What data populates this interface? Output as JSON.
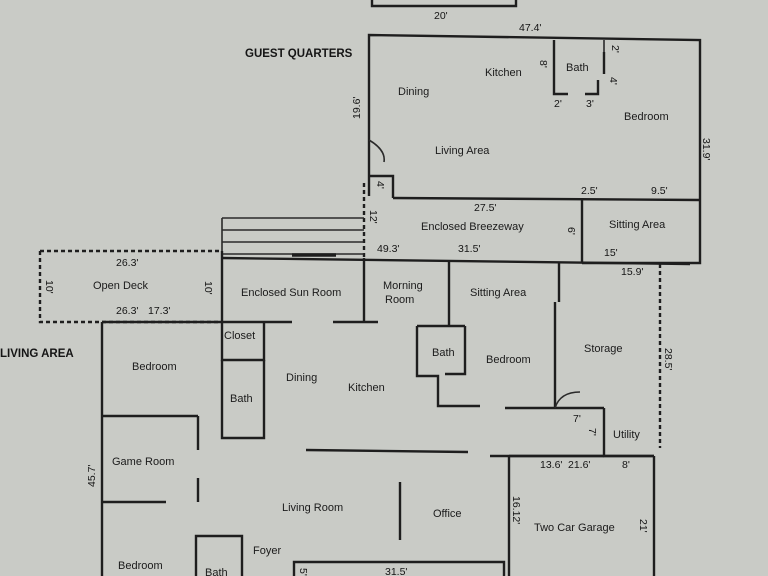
{
  "labels": {
    "guest_quarters": "GUEST QUARTERS",
    "living_area_main": "LIVING AREA",
    "kitchen_guest": "Kitchen",
    "bath_guest": "Bath",
    "dining_guest": "Dining",
    "bedroom_guest": "Bedroom",
    "living_area_guest": "Living Area",
    "enclosed_breezeway": "Enclosed Breezeway",
    "sitting_area_guest": "Sitting Area",
    "open_deck": "Open Deck",
    "enclosed_sun_room": "Enclosed Sun Room",
    "morning_room_1": "Morning",
    "morning_room_2": "Room",
    "sitting_area_main": "Sitting Area",
    "closet": "Closet",
    "bath_main": "Bath",
    "bedroom_main_right": "Bedroom",
    "storage": "Storage",
    "bedroom_left": "Bedroom",
    "bath_left": "Bath",
    "dining_main": "Dining",
    "kitchen_main": "Kitchen",
    "utility": "Utility",
    "game_room": "Game Room",
    "living_room": "Living Room",
    "office": "Office",
    "two_car_garage": "Two Car Garage",
    "foyer": "Foyer",
    "bedroom_bottom": "Bedroom",
    "bath_bottom": "Bath"
  },
  "dimensions": {
    "d_20": "20'",
    "d_47_4": "47.4'",
    "d_2_top": "2'",
    "d_8": "8'",
    "d_4": "4'",
    "d_2_bath": "2'",
    "d_3_bath": "3'",
    "d_19_6": "19.6'",
    "d_31_9": "31.9'",
    "d_4_guest": "4'",
    "d_27_5": "27.5'",
    "d_2_5": "2.5'",
    "d_9_5": "9.5'",
    "d_12": "12'",
    "d_6": "6'",
    "d_49_3": "49.3'",
    "d_31_5_breeze": "31.5'",
    "d_15": "15'",
    "d_26_3_top": "26.3'",
    "d_15_9": "15.9'",
    "d_10_left": "10'",
    "d_10_right": "10'",
    "d_26_3_bottom": "26.3'",
    "d_17_3": "17.3'",
    "d_28_5": "28.5'",
    "d_7_a": "7'",
    "d_7_b": "7'",
    "d_45_7": "45.7'",
    "d_13_6": "13.6'",
    "d_21_6": "21.6'",
    "d_8_garage": "8'",
    "d_16_12": "16.12'",
    "d_21_garage": "21'",
    "d_5": "5'",
    "d_31_5_bottom": "31.5'"
  }
}
